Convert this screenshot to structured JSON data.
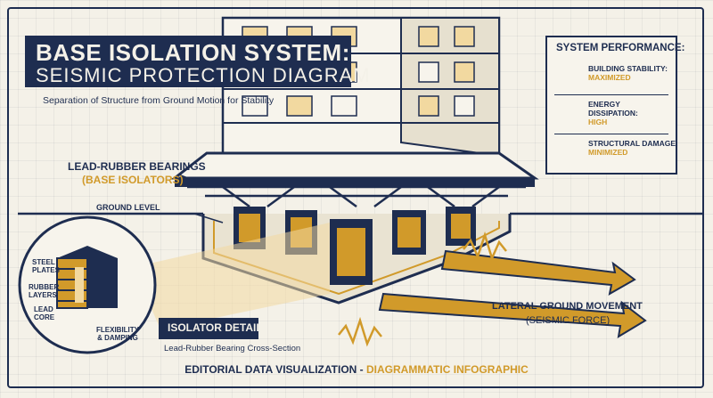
{
  "title": {
    "line1": "BASE ISOLATION SYSTEM:",
    "line2": "SEISMIC PROTECTION DIAGRAM",
    "subtitle": "Separation of Structure from Ground Motion for Stability"
  },
  "performance": {
    "heading": "SYSTEM PERFORMANCE:",
    "rows": [
      {
        "label": "BUILDING STABILITY:",
        "value": "MAXIMIZED",
        "icon": "check-icon"
      },
      {
        "label_lines": [
          "ENERGY",
          "DISSIPATION:"
        ],
        "value": "HIGH",
        "icon": "damper-icon"
      },
      {
        "label": "STRUCTURAL DAMAGE:",
        "value": "MINIMIZED",
        "icon": "structure-icon"
      }
    ]
  },
  "callouts": {
    "bearings_line1": "LEAD-RUBBER BEARINGS",
    "bearings_line2": "(BASE ISOLATORS)",
    "ground_level": "GROUND LEVEL",
    "steel_plates": [
      "STEEL",
      "PLATES"
    ],
    "rubber_layers": [
      "RUBBER",
      "LAYERS"
    ],
    "lead_core": [
      "LEAD",
      "CORE"
    ],
    "flexibility": [
      "FLEXIBILITY",
      "& DAMPING"
    ],
    "detail_title": "ISOLATOR DETAIL",
    "detail_sub": "Lead-Rubber Bearing Cross-Section",
    "lateral_line1": "LATERAL GROUND MOVEMENT",
    "lateral_line2": "(SEISMIC FORCE)"
  },
  "footer": {
    "part1": "EDITORIAL DATA VISUALIZATION - ",
    "part2": "DIAGRAMMATIC INFOGRAPHIC"
  },
  "colors": {
    "navy": "#1e2d50",
    "gold": "#d19a2a",
    "paper": "#f4f1e8"
  }
}
